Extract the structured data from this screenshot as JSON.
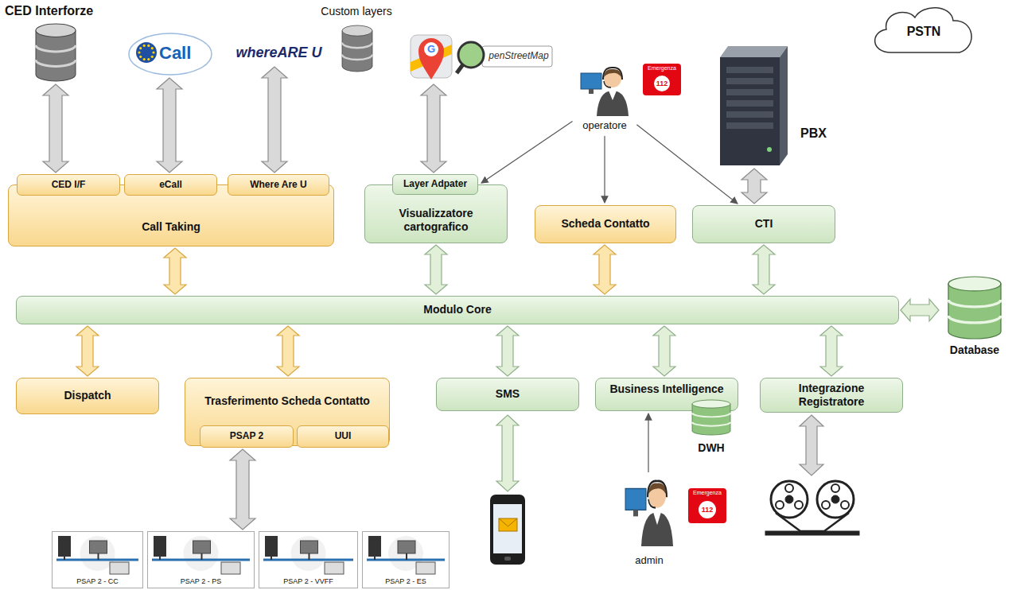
{
  "diagram": {
    "nodes": [
      {
        "text": [
          "CED Interforze"
        ]
      },
      {
        "text": [
          "Call"
        ]
      },
      {
        "text": [
          "whereARE U"
        ]
      },
      {
        "text": [
          "Custom layers"
        ]
      },
      {
        "text": [
          "penStreetMap"
        ]
      },
      {
        "text": [
          "operatore"
        ]
      },
      {
        "text": [
          "PSTN"
        ]
      },
      {
        "text": [
          "PBX"
        ]
      },
      {
        "text": [
          "Call Taking"
        ]
      },
      {
        "text": [
          "CED I/F"
        ],
        "in": 8
      },
      {
        "text": [
          "eCall"
        ],
        "in": 8
      },
      {
        "text": [
          "Where Are U"
        ],
        "in": 8
      },
      {
        "text": [
          "Visualizzatore cartografico"
        ]
      },
      {
        "text": [
          "Layer Adpater"
        ],
        "in": 12
      },
      {
        "text": [
          "Scheda Contatto"
        ]
      },
      {
        "text": [
          "CTI"
        ]
      },
      {
        "text": [
          "Modulo Core"
        ]
      },
      {
        "text": [
          "Database"
        ]
      },
      {
        "text": [
          "Dispatch"
        ]
      },
      {
        "text": [
          "Trasferimento Scheda Contatto"
        ]
      },
      {
        "text": [
          "PSAP 2"
        ],
        "in": 19
      },
      {
        "text": [
          "UUI"
        ],
        "in": 19
      },
      {
        "text": [
          "SMS"
        ]
      },
      {
        "text": [
          "Business Intelligence"
        ]
      },
      {
        "text": [
          "DWH"
        ]
      },
      {
        "text": [
          "Integrazione Registratore"
        ]
      },
      {
        "text": [
          "admin"
        ]
      },
      {
        "text": [
          "PSAP 2 - CC"
        ]
      },
      {
        "text": [
          "PSAP 2 - PS"
        ]
      },
      {
        "text": [
          "PSAP 2 - VVFF"
        ]
      },
      {
        "text": [
          "PSAP 2 - ES"
        ]
      }
    ],
    "edges": [
      {
        "from": 0,
        "to": 9,
        "arrow": "both"
      },
      {
        "from": 1,
        "to": 10,
        "arrow": "both"
      },
      {
        "from": 2,
        "to": 11,
        "arrow": "both"
      },
      {
        "from": 4,
        "to": 13,
        "arrow": "both"
      },
      {
        "from": 7,
        "to": 15,
        "arrow": "both"
      },
      {
        "from": 5,
        "to": 12,
        "arrow": "to"
      },
      {
        "from": 5,
        "to": 14,
        "arrow": "to"
      },
      {
        "from": 5,
        "to": 15,
        "arrow": "to"
      },
      {
        "from": 8,
        "to": 16,
        "arrow": "both"
      },
      {
        "from": 12,
        "to": 16,
        "arrow": "both"
      },
      {
        "from": 14,
        "to": 16,
        "arrow": "both"
      },
      {
        "from": 15,
        "to": 16,
        "arrow": "both"
      },
      {
        "from": 16,
        "to": 17,
        "arrow": "both"
      },
      {
        "from": 16,
        "to": 18,
        "arrow": "both"
      },
      {
        "from": 16,
        "to": 19,
        "arrow": "both"
      },
      {
        "from": 16,
        "to": 22,
        "arrow": "both"
      },
      {
        "from": 16,
        "to": 23,
        "arrow": "both"
      },
      {
        "from": 16,
        "to": 25,
        "arrow": "both"
      },
      {
        "from": 20,
        "to": 28,
        "arrow": "both"
      },
      {
        "from": 26,
        "to": 23,
        "arrow": "to"
      }
    ],
    "labels": [
      "G",
      "Emergenza",
      "112",
      "Emergenza",
      "112"
    ]
  }
}
